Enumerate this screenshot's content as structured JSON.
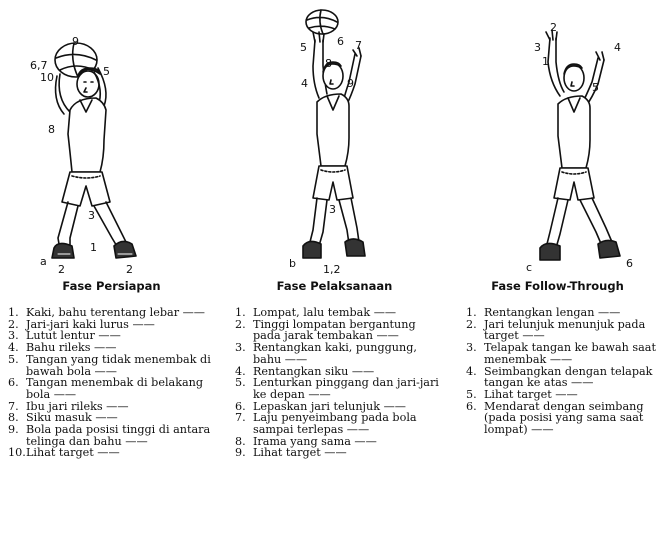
{
  "phases": [
    {
      "title": "Fase Persiapan",
      "figure_letter": "a",
      "figure_numbers": [
        "9",
        "6,7",
        "10",
        "5",
        "8",
        "3",
        "1",
        "2",
        "2"
      ],
      "steps": [
        {
          "no": "1.",
          "text": "Kaki, bahu terentang lebar ——"
        },
        {
          "no": "2.",
          "text": "Jari-jari kaki lurus ——"
        },
        {
          "no": "3.",
          "text": "Lutut lentur ——"
        },
        {
          "no": "4.",
          "text": "Bahu rileks ——"
        },
        {
          "no": "5.",
          "text": "Tangan yang tidak menembak di bawah bola ——"
        },
        {
          "no": "6.",
          "text": "Tangan menembak di belakang bola ——"
        },
        {
          "no": "7.",
          "text": "Ibu jari rileks ——"
        },
        {
          "no": "8.",
          "text": "Siku masuk ——"
        },
        {
          "no": "9.",
          "text": "Bola pada posisi tinggi di antara telinga dan bahu ——"
        },
        {
          "no": "10.",
          "text": "Lihat target ——"
        }
      ]
    },
    {
      "title": "Fase Pelaksanaan",
      "figure_letter": "b",
      "figure_numbers": [
        "5",
        "6",
        "7",
        "8",
        "4",
        "9",
        "3",
        "1,2"
      ],
      "steps": [
        {
          "no": "1.",
          "text": "Lompat, lalu tembak ——"
        },
        {
          "no": "2.",
          "text": "Tinggi lompatan bergantung pada jarak tembakan ——"
        },
        {
          "no": "3.",
          "text": "Rentangkan kaki, punggung, bahu ——"
        },
        {
          "no": "4.",
          "text": "Rentangkan siku ——"
        },
        {
          "no": "5.",
          "text": "Lenturkan pinggang dan jari-jari ke depan ——"
        },
        {
          "no": "6.",
          "text": "Lepaskan jari telunjuk ——"
        },
        {
          "no": "7.",
          "text": "Laju penyeimbang pada bola sampai terlepas ——"
        },
        {
          "no": "8.",
          "text": "Irama yang sama ——"
        },
        {
          "no": "9.",
          "text": "Lihat target ——"
        }
      ]
    },
    {
      "title": "Fase Follow-Through",
      "figure_letter": "c",
      "figure_numbers": [
        "2",
        "3",
        "1",
        "4",
        "5",
        "6"
      ],
      "steps": [
        {
          "no": "1.",
          "text": "Rentangkan lengan ——"
        },
        {
          "no": "2.",
          "text": "Jari telunjuk menunjuk pada target ——"
        },
        {
          "no": "3.",
          "text": "Telapak tangan ke bawah saat menembak ——"
        },
        {
          "no": "4.",
          "text": "Seimbangkan dengan telapak tangan ke atas ——"
        },
        {
          "no": "5.",
          "text": "Lihat target ——"
        },
        {
          "no": "6.",
          "text": "Mendarat dengan seimbang (pada posisi yang sama saat lompat) ——"
        }
      ]
    }
  ]
}
